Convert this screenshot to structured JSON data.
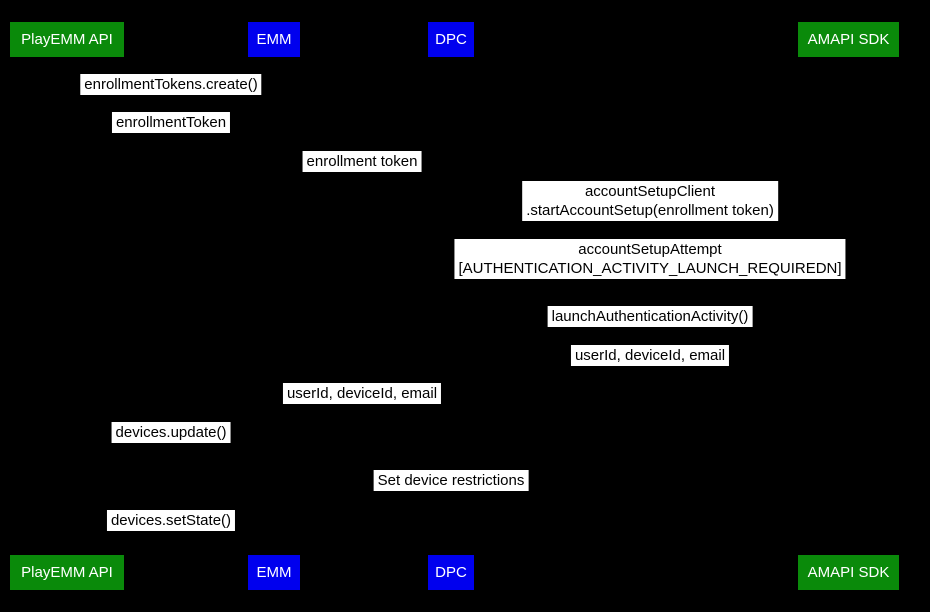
{
  "diagram": {
    "type": "sequence-diagram",
    "colors": {
      "background": "#000000",
      "actor_green": "#0a8a0a",
      "actor_blue": "#0000ee",
      "label_bg": "#ffffff"
    },
    "actors": {
      "playemm": {
        "label": "PlayEMM API",
        "color": "#0a8a0a"
      },
      "emm": {
        "label": "EMM",
        "color": "#0000ee"
      },
      "dpc": {
        "label": "DPC",
        "color": "#0000ee"
      },
      "amapi": {
        "label": "AMAPI SDK",
        "color": "#0a8a0a"
      }
    },
    "messages": [
      {
        "text": "enrollmentTokens.create()"
      },
      {
        "text": "enrollmentToken"
      },
      {
        "text": "enrollment token"
      },
      {
        "text": "accountSetupClient\n.startAccountSetup(enrollment token)"
      },
      {
        "text": "accountSetupAttempt\n[AUTHENTICATION_ACTIVITY_LAUNCH_REQUIREDN]"
      },
      {
        "text": "launchAuthenticationActivity()"
      },
      {
        "text": "userId, deviceId, email"
      },
      {
        "text": "userId, deviceId, email"
      },
      {
        "text": "devices.update()"
      },
      {
        "text": "Set device restrictions"
      },
      {
        "text": "devices.setState()"
      }
    ]
  }
}
